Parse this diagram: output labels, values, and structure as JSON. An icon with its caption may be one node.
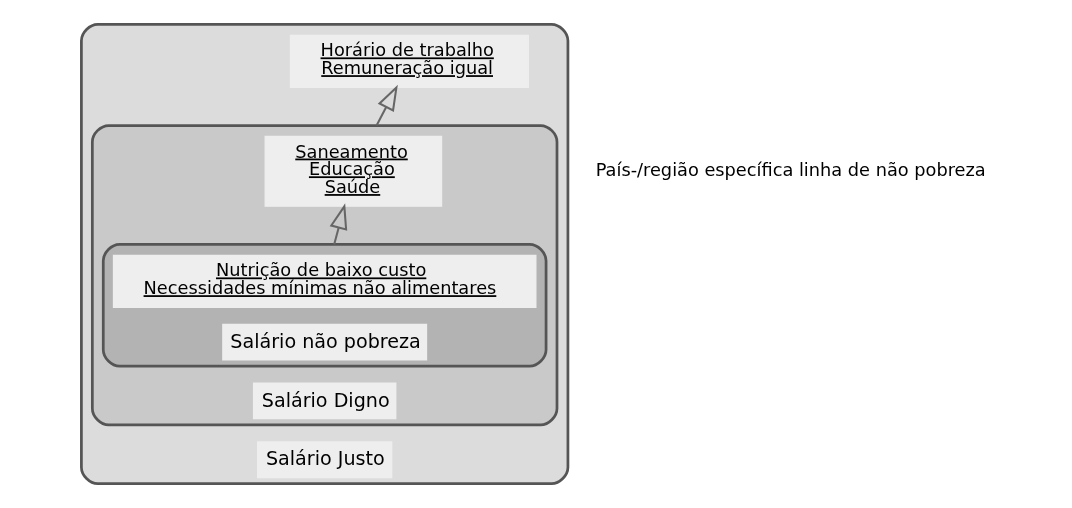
{
  "diagram": {
    "nodes": [
      {
        "text": [
          "Salário Justo"
        ]
      },
      {
        "text": [
          "Horário de trabalho",
          "Remuneração igual"
        ],
        "in": 0
      },
      {
        "text": [
          "Salário Digno"
        ],
        "in": 0
      },
      {
        "text": [
          "Saneamento",
          "Educação",
          "Saúde"
        ],
        "in": 2
      },
      {
        "text": [
          "Salário não pobreza"
        ],
        "in": 2
      },
      {
        "text": [
          "Nutrição de baixo custo",
          "Necessidades mínimas não alimentares"
        ],
        "in": 4
      }
    ],
    "edges": [
      {
        "from": 4,
        "to": 3,
        "arrow": "to"
      },
      {
        "from": 2,
        "to": 1,
        "arrow": "to"
      }
    ],
    "labels": [
      "País-/região específica linha de não pobreza"
    ]
  }
}
